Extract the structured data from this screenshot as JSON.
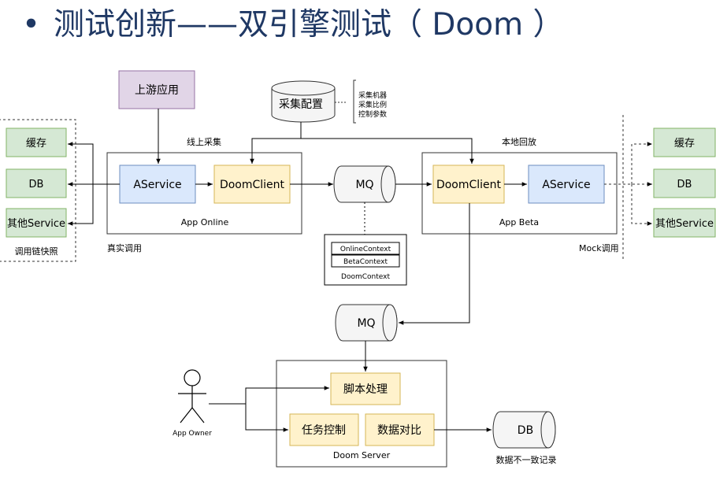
{
  "title": {
    "bullet": "•",
    "text": "测试创新——双引擎测试（ Doom ）"
  },
  "nodes": {
    "upstream": "上游应用",
    "collect_config": "采集配置",
    "collect_note": [
      "采集机器",
      "采集比例",
      "控制参数"
    ],
    "online_collect_label": "线上采集",
    "local_replay_label": "本地回放",
    "left_snapshot": {
      "items": [
        "缓存",
        "DB",
        "其他Service"
      ],
      "caption": "调用链快照"
    },
    "real_call_label": "真实调用",
    "app_online": {
      "aservice": "AService",
      "doomclient": "DoomClient",
      "caption": "App Online"
    },
    "mq_top": "MQ",
    "doom_context": {
      "items": [
        "OnlineContext",
        "BetaContext"
      ],
      "caption": "DoomContext"
    },
    "app_beta": {
      "doomclient": "DoomClient",
      "aservice": "AService",
      "caption": "App Beta"
    },
    "mock_call_label": "Mock调用",
    "right_mock": {
      "items": [
        "缓存",
        "DB",
        "其他Service"
      ]
    },
    "mq_bottom": "MQ",
    "doom_server": {
      "script": "脚本处理",
      "task": "任务控制",
      "compare": "数据对比",
      "caption": "Doom Server"
    },
    "app_owner": "App Owner",
    "db_out": "DB",
    "db_out_caption": "数据不一致记录"
  },
  "colors": {
    "title": "#1f3864",
    "green_fill": "#d5e8d4",
    "green_stroke": "#82b366",
    "blue_fill": "#dae8fc",
    "blue_stroke": "#6c8ebf",
    "yellow_fill": "#fff2cc",
    "yellow_stroke": "#d6b656",
    "purple_fill": "#e1d5e7",
    "purple_stroke": "#9673a6",
    "cyl_fill": "#f5f5f5"
  }
}
